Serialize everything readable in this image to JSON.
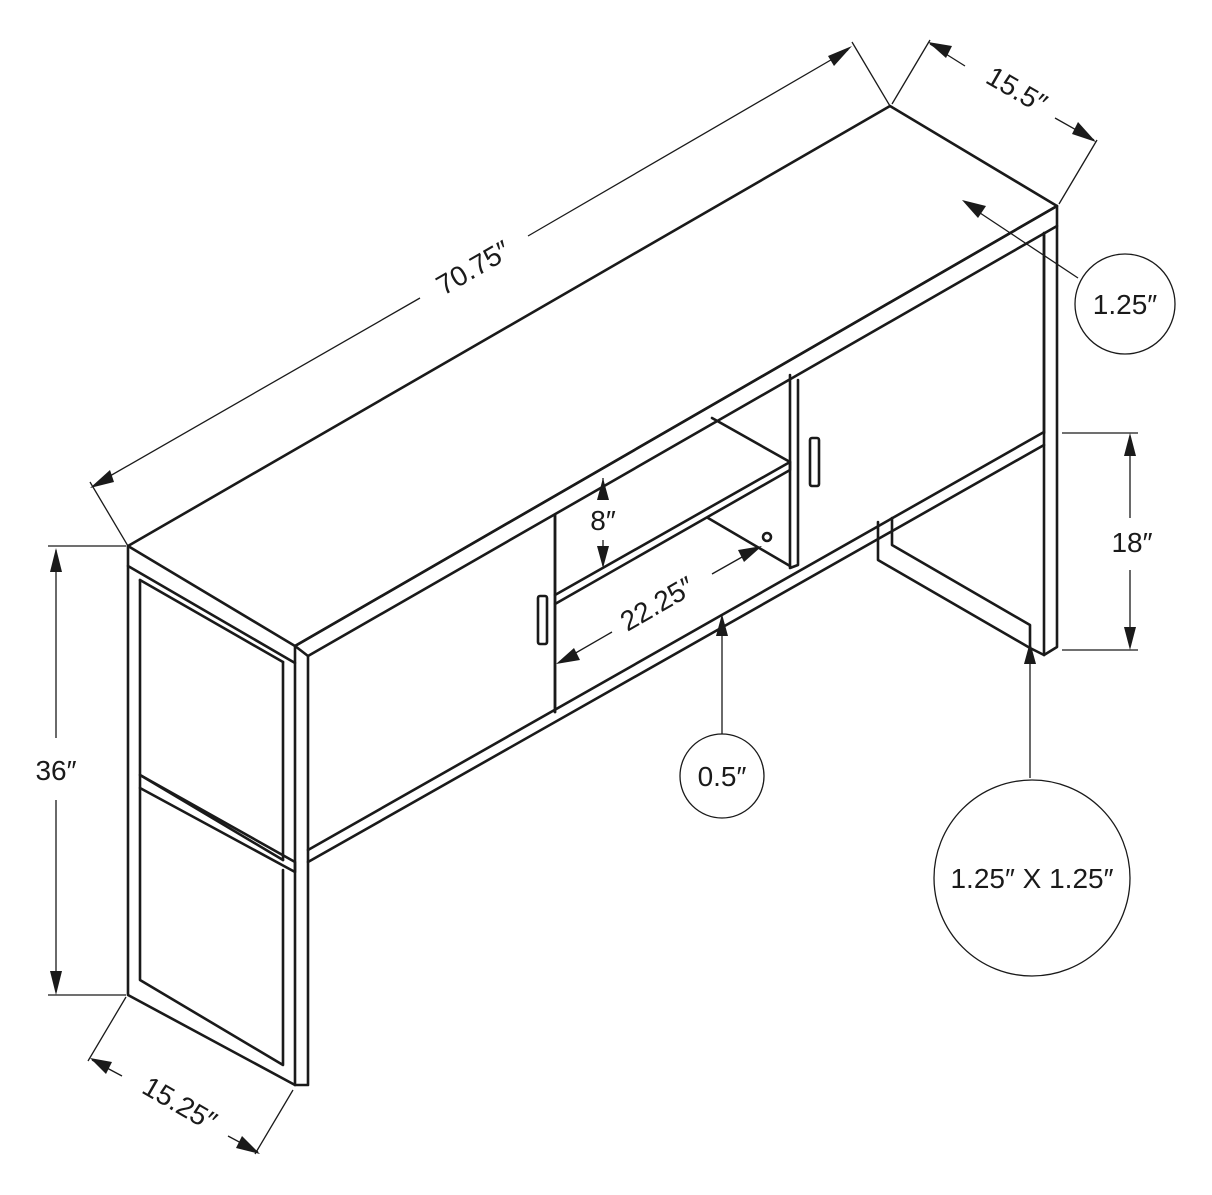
{
  "dimensions": {
    "width": "70.75″",
    "depth_top": "15.5″",
    "top_thickness": "1.25″",
    "upper_height": "18″",
    "total_height": "36″",
    "depth_base": "15.25″",
    "shelf_height": "8″",
    "shelf_width": "22.25″",
    "panel_thickness": "0.5″",
    "leg_profile": "1.25″ X 1.25″"
  }
}
